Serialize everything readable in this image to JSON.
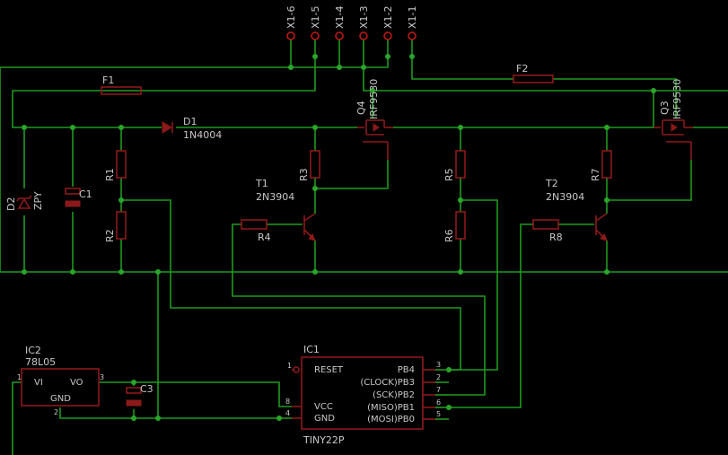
{
  "connectors": [
    "X1-6",
    "X1-5",
    "X1-4",
    "X1-3",
    "X1-2",
    "X1-1"
  ],
  "components": {
    "F1": {
      "name": "F1"
    },
    "F2": {
      "name": "F2"
    },
    "D1": {
      "name": "D1",
      "value": "1N4004"
    },
    "D2": {
      "name": "D2",
      "value": "ZPY"
    },
    "C1": {
      "name": "C1"
    },
    "C3": {
      "name": "C3"
    },
    "R1": {
      "name": "R1"
    },
    "R2": {
      "name": "R2"
    },
    "R3": {
      "name": "R3"
    },
    "R4": {
      "name": "R4"
    },
    "R5": {
      "name": "R5"
    },
    "R6": {
      "name": "R6"
    },
    "R7": {
      "name": "R7"
    },
    "R8": {
      "name": "R8"
    },
    "T1": {
      "name": "T1",
      "value": "2N3904"
    },
    "T2": {
      "name": "T2",
      "value": "2N3904"
    },
    "Q3": {
      "name": "Q3",
      "value": "IRF9530"
    },
    "Q4": {
      "name": "Q4",
      "value": "IRF9530"
    },
    "IC2": {
      "name": "IC2",
      "value": "78L05",
      "pin_vi": "VI",
      "pin_vo": "VO",
      "pin_gnd": "GND",
      "pin1": "1",
      "pin2": "2",
      "pin3": "3"
    },
    "IC1": {
      "name": "IC1",
      "value": "TINY22P",
      "left_pins": [
        {
          "num": "1",
          "label": "RESET"
        },
        {
          "num": "8",
          "label": "VCC"
        },
        {
          "num": "4",
          "label": "GND"
        }
      ],
      "right_pins": [
        {
          "num": "3",
          "label": "PB4"
        },
        {
          "num": "2",
          "label": "(CLOCK)PB3"
        },
        {
          "num": "7",
          "label": "(SCK)PB2"
        },
        {
          "num": "6",
          "label": "(MISO)PB1"
        },
        {
          "num": "5",
          "label": "(MOSI)PB0"
        }
      ]
    }
  }
}
